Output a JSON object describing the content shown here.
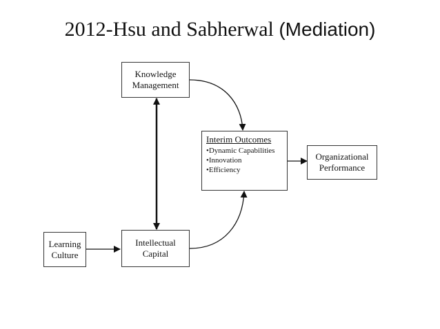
{
  "title": {
    "serif_part": "2012-Hsu and Sabherwal ",
    "sans_part": "(Mediation)"
  },
  "diagram": {
    "knowledge_management": {
      "line1": "Knowledge",
      "line2": "Management"
    },
    "interim_outcomes": {
      "heading": "Interim Outcomes",
      "bullets": [
        "•Dynamic Capabilities",
        "•Innovation",
        "•Efficiency"
      ]
    },
    "organizational_performance": {
      "line1": "Organizational",
      "line2": "Performance"
    },
    "learning_culture": {
      "line1": "Learning",
      "line2": "Culture"
    },
    "intellectual_capital": {
      "line1": "Intellectual",
      "line2": "Capital"
    }
  }
}
